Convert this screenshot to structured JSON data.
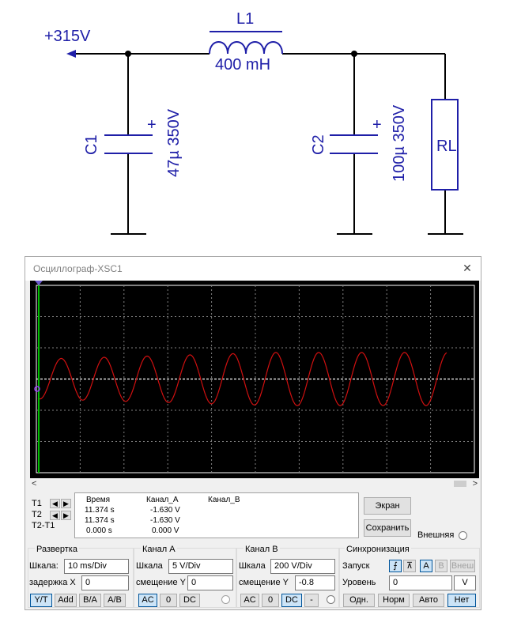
{
  "schematic": {
    "supply_label": "+315V",
    "inductor": {
      "name": "L1",
      "value": "400 mH"
    },
    "c1": {
      "name": "C1",
      "value": "47µ 350V",
      "polarity": "+"
    },
    "c2": {
      "name": "C2",
      "value": "100µ 350V",
      "polarity": "+"
    },
    "load": {
      "name": "RL"
    },
    "colors": {
      "wire": "#000000",
      "component": "#1f1fa8"
    }
  },
  "scope": {
    "title": "Осциллограф-XSC1",
    "close_icon": "close-icon",
    "colors": {
      "screen": "#000000",
      "grid": "#7f7f7f",
      "trace_a": "#d01010",
      "trace_b": "#ffffff",
      "cursor": "#00c000"
    },
    "cursors": {
      "t1_label": "T1",
      "t2_label": "T2",
      "diff_label": "T2-T1"
    },
    "readout": {
      "headers": {
        "time": "Время",
        "channel_a": "Канал_A",
        "channel_b": "Канал_B"
      },
      "rows": [
        {
          "time": "11.374 s",
          "channel_a": "-1.630 V",
          "channel_b": ""
        },
        {
          "time": "11.374 s",
          "channel_a": "-1.630 V",
          "channel_b": ""
        },
        {
          "time": "0.000 s",
          "channel_a": "0.000 V",
          "channel_b": ""
        }
      ]
    },
    "buttons": {
      "screen": "Экран",
      "save": "Сохранить",
      "external": "Внешняя"
    },
    "timebase": {
      "title": "Развертка",
      "scale_label": "Шкала:",
      "scale_value": "10 ms/Div",
      "delay_label": "задержка X",
      "delay_value": "0",
      "modes": [
        "Y/T",
        "Add",
        "B/A",
        "A/B"
      ]
    },
    "channel_a": {
      "title": "Канал А",
      "scale_label": "Шкала",
      "scale_value": "5  V/Div",
      "offset_label": "смещение Y",
      "offset_value": "0",
      "couplings": [
        "AC",
        "0",
        "DC"
      ]
    },
    "channel_b": {
      "title": "Канал В",
      "scale_label": "Шкала",
      "scale_value": "200  V/Div",
      "offset_label": "смещение Y",
      "offset_value": "-0.8",
      "couplings": [
        "AC",
        "0",
        "DC",
        "-"
      ]
    },
    "trigger": {
      "title": "Синхронизация",
      "start_label": "Запуск",
      "edge_rising": "⨍",
      "edge_falling": "⊼",
      "sources": [
        "A",
        "B",
        "Внеш"
      ],
      "level_label": "Уровень",
      "level_value": "0",
      "level_unit": "V",
      "modes": [
        "Одн.",
        "Норм",
        "Авто",
        "Нет"
      ]
    },
    "trace": {
      "channel_a_amplitude_div": 0.85,
      "channel_a_period_div": 0.98
    }
  }
}
